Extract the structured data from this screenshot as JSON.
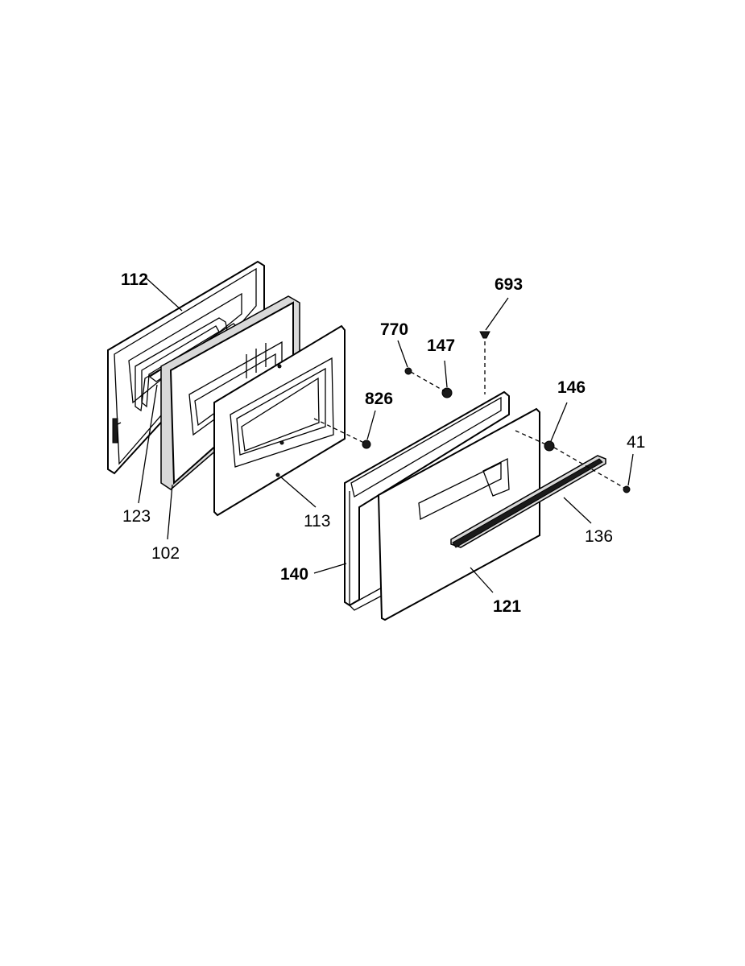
{
  "parts": [
    {
      "key": "p112",
      "number": "112",
      "bold": true
    },
    {
      "key": "p123",
      "number": "123",
      "bold": false
    },
    {
      "key": "p102",
      "number": "102",
      "bold": false
    },
    {
      "key": "p113",
      "number": "113",
      "bold": false
    },
    {
      "key": "p826",
      "number": "826",
      "bold": true
    },
    {
      "key": "p770",
      "number": "770",
      "bold": true
    },
    {
      "key": "p147",
      "number": "147",
      "bold": true
    },
    {
      "key": "p693",
      "number": "693",
      "bold": true
    },
    {
      "key": "p146",
      "number": "146",
      "bold": true
    },
    {
      "key": "p41",
      "number": "41",
      "bold": false
    },
    {
      "key": "p136",
      "number": "136",
      "bold": false
    },
    {
      "key": "p140",
      "number": "140",
      "bold": true
    },
    {
      "key": "p121",
      "number": "121",
      "bold": true
    }
  ]
}
